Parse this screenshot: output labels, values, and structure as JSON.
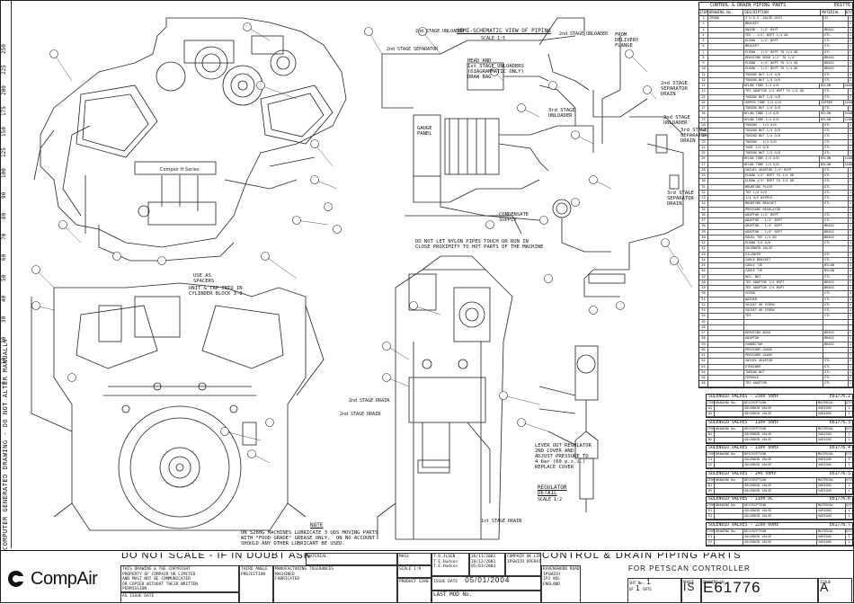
{
  "sheet": {
    "left_note": "COMPUTER GENERATED DRAWING - DO NOT ALTER MANUALLY",
    "ruler_marks": [
      "250",
      "225",
      "200",
      "175",
      "150",
      "125",
      "100",
      "90",
      "80",
      "70",
      "60",
      "50",
      "40",
      "30",
      "20",
      "10",
      "0"
    ]
  },
  "drawing_labels": {
    "schematic_title": "SEMI-SCHEMATIC VIEW OF PIPING",
    "schematic_scale": "SCALE 1:5",
    "head_note": "HEAD AND\n1st STAGE UNLOADERS\n(DIAGRAMMATIC ONLY)\nDRAW BAG",
    "gauge_panel": "GAUGE\nPANEL",
    "stage2_unloader_top": "2nd STAGE UNLOADER",
    "stage2_unloader_right": "2nd STAGE UNLOADER",
    "stage2_unloader_mid": "2nd STAGE\nUNLOADER",
    "stage3_unloader": "3rd STAGE\nUNLOADER",
    "stage2_separator_top": "2nd STAGE SEPARATOR",
    "stage2_separator_right": "2nd STAGE\nSEPARATOR\nDRAIN",
    "stage3_separator": "3rd STAGE\nSEPARATOR\nDRAIN",
    "stage3_separator_b": "3rd STAGE\nSEPARATOR\nDRAIN",
    "flange": "FROM\nDELIVERY\nFLANGE",
    "condensate_supply": "CONDENSATE\nSUPPLY",
    "pipe_warning": "DO NOT LET NYLON PIPES TOUCH OR RUN IN\nCLOSE PROXIMITY TO HOT PARTS OF THE MACHINE",
    "spacers": "USE AS\nSPACERS",
    "unit_note": "UNIT & TAP INTO IN\nCYLINDER BLOCK 3-8",
    "stage2_drain": "2nd STAGE DRAIN",
    "stage2_drain_b": "2nd STAGE DRAIN",
    "stage1_drain": "1st STAGE DRAIN",
    "regulator_note": "LEVER OUT REGULATOR\n2ND COVER AND\nADJUST PRESSURE TO\n4 bar (60 p.s.i.)\nREPLACE COVER",
    "regulator_detail": "REGULATOR\nDETAIL",
    "regulator_scale": "SCALE 1:2",
    "bottom_note_title": "NOTE",
    "bottom_note": "ON 5280G MACHINES LUBRICATE 3 UDS MOVING PARTS\nWITH \"FOOD GRADE\" GREASE ONLY.  ON NO ACCOUNT\nSHOULD ANY OTHER LUBRICANT BE USED."
  },
  "parts_table": {
    "title": "CONTROL & DRAIN PIPING PARTS",
    "code": "E61776",
    "headers": [
      "ITEM",
      "DRAWING No.",
      "DESCRIPTION",
      "MATERIAL",
      "QTY"
    ],
    "rows": [
      [
        "1",
        "CP000",
        "2 U.D.S. VALVE ASSY",
        "SS",
        "1"
      ],
      [
        "2",
        "",
        "BRACKET",
        "",
        "1"
      ],
      [
        "3",
        "",
        "UNION - 1/4\" BSPT",
        "BRASS",
        "1"
      ],
      [
        "4",
        "",
        "TEE - 1/4\" BSPT 1/4 OD",
        "STL",
        "1"
      ],
      [
        "5",
        "",
        "ELBOW - 1/4\" BSPT",
        "STL",
        "2"
      ],
      [
        "6",
        "",
        "BRACKET",
        "STL",
        "1"
      ],
      [
        "7",
        "",
        "ELBOW - 1/4\" BSPT TO 1/4 OD",
        "STL",
        "1"
      ],
      [
        "8",
        "",
        "REDUCING BUSH 1/2\" TO 1/4\"",
        "BRASS",
        "1"
      ],
      [
        "9",
        "",
        "ELBOW - 1/4\" BSPT TO 1/4 OD",
        "BRASS",
        "1"
      ],
      [
        "10",
        "",
        "ELBOW - 1/4\" BSPT TO 1/4 OD",
        "BRASS",
        "1"
      ],
      [
        "11",
        "",
        "TUBING NUT 1/4 O/D",
        "STL",
        "4"
      ],
      [
        "12",
        "",
        "TUBING NUT 1/4 O/D",
        "STL",
        "2"
      ],
      [
        "13",
        "",
        "NYLON TUBE 1/4 O/D",
        "NYLON",
        "2000"
      ],
      [
        "14",
        "",
        "TEE ADAPTOR 1/4 BSPT TO 1/4 OD",
        "STL",
        "1"
      ],
      [
        "15",
        "",
        "TUBING NUT 1/4 O/D",
        "STL",
        "2"
      ],
      [
        "16",
        "",
        "COPPER TUBE 1/4 O/D",
        "COPPER",
        "1500"
      ],
      [
        "17",
        "",
        "TUBING NUT 1/4 O/D",
        "STL",
        "1"
      ],
      [
        "18",
        "",
        "NYLON TUBE 1/4 O/D",
        "NYLON",
        "3500"
      ],
      [
        "19",
        "",
        "NYLON TUBE 1/4 O/D",
        "NYLON",
        "2200"
      ],
      [
        "20",
        "",
        "TUBING - 1/4 O/D",
        "STL",
        "2"
      ],
      [
        "21",
        "",
        "TUBING NUT 1/4 O/D",
        "STL",
        "2"
      ],
      [
        "22",
        "",
        "TUBING NUT 1/4 O/D",
        "STL",
        "1"
      ],
      [
        "23",
        "",
        "TUBING - 1/4 O/D",
        "STL",
        "1"
      ],
      [
        "24",
        "",
        "TUBE 1/4 O/D",
        "STL",
        "1"
      ],
      [
        "25",
        "",
        "TUBING NUT 1/4 O/D",
        "STL",
        "1"
      ],
      [
        "26",
        "",
        "NYLON TUBE 1/4 O/D",
        "NYLON",
        "1500"
      ],
      [
        "27",
        "",
        "NYLON TUBE 1/4 O/D",
        "NYLON",
        "1500"
      ],
      [
        "28",
        "",
        "SWIVEL ADAPTOR 1/4\" BSPT",
        "STL",
        "1"
      ],
      [
        "29",
        "",
        "ELBOW 1/4\" BSPT TO 1/4 OD",
        "STL",
        "1"
      ],
      [
        "30",
        "",
        "ELBOW 1/4\" BSPT TO 1/4 OD",
        "STL",
        "1"
      ],
      [
        "31",
        "",
        "MOUNTING PLATE",
        "STL",
        "1"
      ],
      [
        "32",
        "",
        "TEE 1/4 O/D",
        "STL",
        "1"
      ],
      [
        "33",
        "",
        "1/4 U/F NIPPLE",
        "STL",
        "1"
      ],
      [
        "34",
        "",
        "MOUNTING BRACKET",
        "STL",
        "1"
      ],
      [
        "35",
        "",
        "PRESSURE REGULATOR",
        "",
        "1"
      ],
      [
        "36",
        "",
        "ADAPTOR 1/4\" BSPT",
        "STL",
        "1"
      ],
      [
        "37",
        "",
        "ADAPTOR - 1/4\" BSPT",
        "STL",
        "1"
      ],
      [
        "38",
        "",
        "ADAPTOR - 1/4\" BSPT",
        "BRASS",
        "1"
      ],
      [
        "39",
        "",
        "ADAPTOR - 1/4\" BSPT",
        "BRASS",
        "1"
      ],
      [
        "40",
        "",
        "EQUAL TEE 1/4 OD",
        "BRASS",
        "1"
      ],
      [
        "41",
        "",
        "ELBOW 1/4 O/D",
        "STL",
        "1"
      ],
      [
        "42",
        "",
        "SOLENOID VALVE",
        "",
        "1"
      ],
      [
        "43",
        "",
        "SILENCER",
        "STL",
        "1"
      ],
      [
        "44",
        "",
        "CABLE BRACKET",
        "STL",
        "1"
      ],
      [
        "45",
        "",
        "CABLE TIE",
        "NYLON",
        "4"
      ],
      [
        "46",
        "",
        "CABLE TIE",
        "NYLON",
        "4"
      ],
      [
        "47",
        "",
        "HEX. NUT",
        "STL",
        "4"
      ],
      [
        "48",
        "",
        "TEE ADAPTOR 1/4 BSPT",
        "BRASS",
        "1"
      ],
      [
        "49",
        "",
        "TEE ADAPTOR 1/4 BSPT",
        "BRASS",
        "1"
      ],
      [
        "50",
        "",
        "SCREW",
        "STL",
        "4"
      ],
      [
        "51",
        "",
        "WASHER",
        "STL",
        "4"
      ],
      [
        "52",
        "",
        "SOCKET HD SCREW",
        "STL",
        "4"
      ],
      [
        "53",
        "",
        "SOCKET HD SCREW",
        "STL",
        "4"
      ],
      [
        "54",
        "",
        "TEE",
        "STL",
        "1"
      ],
      [
        "55",
        "",
        "",
        "",
        " "
      ],
      [
        "56",
        "",
        "",
        "",
        " "
      ],
      [
        "57",
        "",
        "REDUCING BUSH",
        "BRASS",
        "1"
      ],
      [
        "58",
        "",
        "ADAPTOR",
        "BRASS",
        "1"
      ],
      [
        "59",
        "",
        "CONNECTOR",
        "BRASS",
        "1"
      ],
      [
        "60",
        "",
        "PRESSURE GAUGE",
        "",
        "1"
      ],
      [
        "61",
        "",
        "PRESSURE GAUGE",
        "",
        "1"
      ],
      [
        "62",
        "",
        "SWIVEL ADAPTOR",
        "STL",
        "1"
      ],
      [
        "63",
        "",
        "STRAINER",
        "STL",
        "1"
      ],
      [
        "64",
        "",
        "TUBING NUT",
        "STL",
        "1"
      ],
      [
        "65",
        "",
        "FERRULE",
        "STL",
        "2"
      ],
      [
        "66",
        "",
        "TEE ADAPTOR",
        "STL",
        "1"
      ]
    ]
  },
  "solenoid_tables": [
    {
      "title": "SOLENOID VALVES - 230V 50Hz",
      "code": "E61776.2",
      "rows": [
        [
          "A1",
          "",
          "SOLENOID VALVE",
          "VARIOUS",
          "1"
        ],
        [
          "A2",
          "",
          "SOLENOID VALVE",
          "VARIOUS",
          "1"
        ]
      ]
    },
    {
      "title": "SOLENOID VALVES - 110V 50Hz",
      "code": "E61776.3",
      "rows": [
        [
          "B1",
          "",
          "SOLENOID VALVE",
          "VARIOUS",
          "1"
        ],
        [
          "B2",
          "",
          "SOLENOID VALVE",
          "VARIOUS",
          "1"
        ]
      ]
    },
    {
      "title": "SOLENOID VALVES - 110V 60Hz",
      "code": "E61776.4",
      "rows": [
        [
          "C1",
          "",
          "SOLENOID VALVE",
          "VARIOUS",
          "1"
        ],
        [
          "C2",
          "",
          "SOLENOID VALVE",
          "VARIOUS",
          "1"
        ]
      ]
    },
    {
      "title": "SOLENOID VALVES - 24V 50Hz",
      "code": "E61776.5",
      "rows": [
        [
          "D1",
          "",
          "SOLENOID VALVE",
          "VARIOUS",
          "1"
        ],
        [
          "D2",
          "",
          "SOLENOID VALVE",
          "VARIOUS",
          "1"
        ]
      ]
    },
    {
      "title": "SOLENOID VALVES - 110V DC",
      "code": "E61776.6",
      "rows": [
        [
          "E1",
          "",
          "SOLENOID VALVE",
          "VARIOUS",
          "1"
        ],
        [
          "E2",
          "",
          "SOLENOID VALVE",
          "VARIOUS",
          "1"
        ]
      ]
    },
    {
      "title": "SOLENOID VALVES - 220V 60Hz",
      "code": "E61776.7",
      "rows": [
        [
          "F1",
          "",
          "SOLENOID VALVE",
          "VARIOUS",
          "1"
        ],
        [
          "F2",
          "",
          "SOLENOID VALVE",
          "VARIOUS",
          "1"
        ]
      ]
    }
  ],
  "sol_headers": [
    "ITEM",
    "DRAWING No.",
    "DESCRIPTION",
    "MATERIAL",
    "QTY"
  ],
  "title_block": {
    "logo": "CompAir",
    "do_not_scale": "DO  NOT  SCALE  -  IF  IN  DOUBT  ASK",
    "copyright": "THIS DRAWING & THE COPYRIGHT\nPROPERTY OF COMPAIR UK LIMITED\nAND MUST NOT BE COMMUNICATED\nOR COPIED WITHOUT THEIR WRITTEN\nPERMISSION",
    "issue_date_label": "AS ISSUE DATE",
    "projection": "THIRD ANGLE\nPROJECTION",
    "tolerances": "MANUFACTURING TOLERANCES\nMACHINED\nFABRICATED",
    "material_label": "MATERIAL",
    "mass_label": "MASS",
    "scale_label": "SCALE",
    "scale_value": "1:9",
    "product_label": "PRODUCT",
    "product_value": "5280",
    "drawn_by": "T.R.JLSEN",
    "checked_by": "T.E.Hudson",
    "approved_by": "T.E.Hudson",
    "date1": "26/11/2002",
    "date2": "18/12/2002",
    "date3": "05/01/2004",
    "issue_date_caption": "ISSUE DATE",
    "issue_date": "05/01/2004",
    "last_mod_caption": "LAST MOD No.",
    "company": "COMPAIR UK LIMITED\nIPSWICH OPERATIONS",
    "address": "RAVENSWOOD ROAD\nIPSWICH\nIP3 9QL\nENGLAND",
    "drawing_title": "CONTROL & DRAIN PIPING PARTS",
    "drawing_subtitle": "FOR PETSCAN CONTROLLER",
    "sht_label": "SHT No.",
    "sht_value": "1",
    "of_label": "OF",
    "of_value": "1",
    "shts_label": "SHTS",
    "phase_label": "PHASE",
    "phase_value": "IS",
    "drawing_no_label": "DRAWING No.",
    "drawing_no": "E61776",
    "issue_label": "ISSUE",
    "issue_value": "A"
  }
}
